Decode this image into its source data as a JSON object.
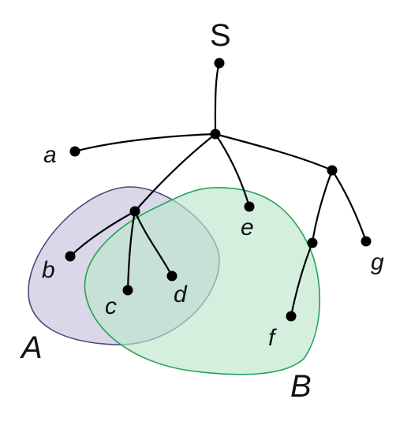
{
  "diagram": {
    "root_label": "S",
    "sets": [
      {
        "id": "A",
        "label": "A",
        "fill": "#d6d3e6",
        "stroke": "#4a4a78"
      },
      {
        "id": "B",
        "label": "B",
        "fill": "#bde7cd",
        "stroke": "#22a255"
      }
    ],
    "nodes": [
      {
        "id": "a",
        "label": "a"
      },
      {
        "id": "b",
        "label": "b"
      },
      {
        "id": "c",
        "label": "c"
      },
      {
        "id": "d",
        "label": "d"
      },
      {
        "id": "e",
        "label": "e"
      },
      {
        "id": "f",
        "label": "f"
      },
      {
        "id": "g",
        "label": "g"
      }
    ],
    "edges": [
      [
        "S",
        "hub"
      ],
      [
        "hub",
        "a"
      ],
      [
        "hub",
        "e"
      ],
      [
        "hub",
        "right"
      ],
      [
        "hub",
        "left"
      ],
      [
        "left",
        "b"
      ],
      [
        "left",
        "c"
      ],
      [
        "left",
        "d"
      ],
      [
        "right",
        "mid"
      ],
      [
        "mid",
        "f"
      ],
      [
        "right",
        "g"
      ]
    ]
  }
}
